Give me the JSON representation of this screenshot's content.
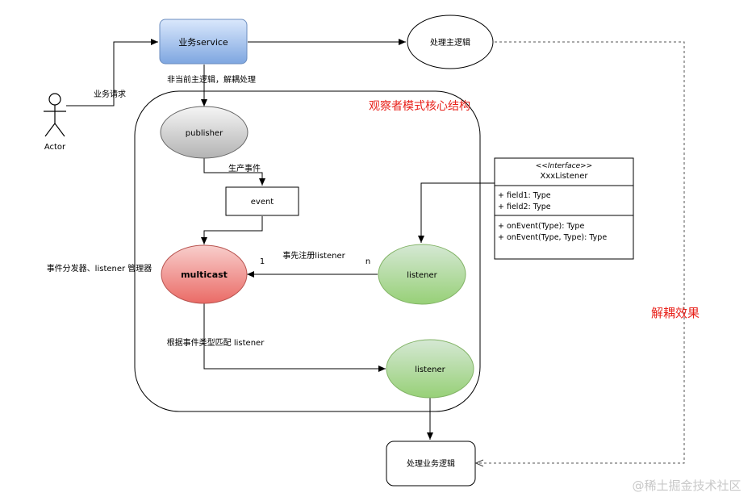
{
  "actor": {
    "label": "Actor"
  },
  "nodes": {
    "service": "业务service",
    "main_logic": "处理主逻辑",
    "publisher": "publisher",
    "event": "event",
    "multicast": "multicast",
    "listener_top": "listener",
    "listener_bottom": "listener",
    "business_logic": "处理业务逻辑"
  },
  "edge_labels": {
    "request": "业务请求",
    "decouple": "非当前主逻辑，解耦处理",
    "produce": "生产事件",
    "register": "事先注册listener",
    "mult_one": "1",
    "mult_n": "n",
    "match": "根据事件类型匹配 listener"
  },
  "annotations": {
    "core_title": "观察者模式核心结构",
    "multicast_desc": "事件分发器、listener 管理器",
    "decouple_effect": "解耦效果",
    "watermark": "@稀土掘金技术社区"
  },
  "uml": {
    "stereotype": "<<Interface>>",
    "name": "XxxListener",
    "fields": [
      "+ field1: Type",
      "+ field2: Type"
    ],
    "methods": [
      "+ onEvent(Type): Type",
      "+ onEvent(Type, Type): Type"
    ]
  },
  "colors": {
    "service_fill": "#a9c4f5",
    "service_stroke": "#6c8ebf",
    "publisher_fill": "#d0d0d0",
    "multicast_fill": "#f07d7d",
    "listener_fill": "#9fd68a",
    "core_title": "#e8221b"
  }
}
